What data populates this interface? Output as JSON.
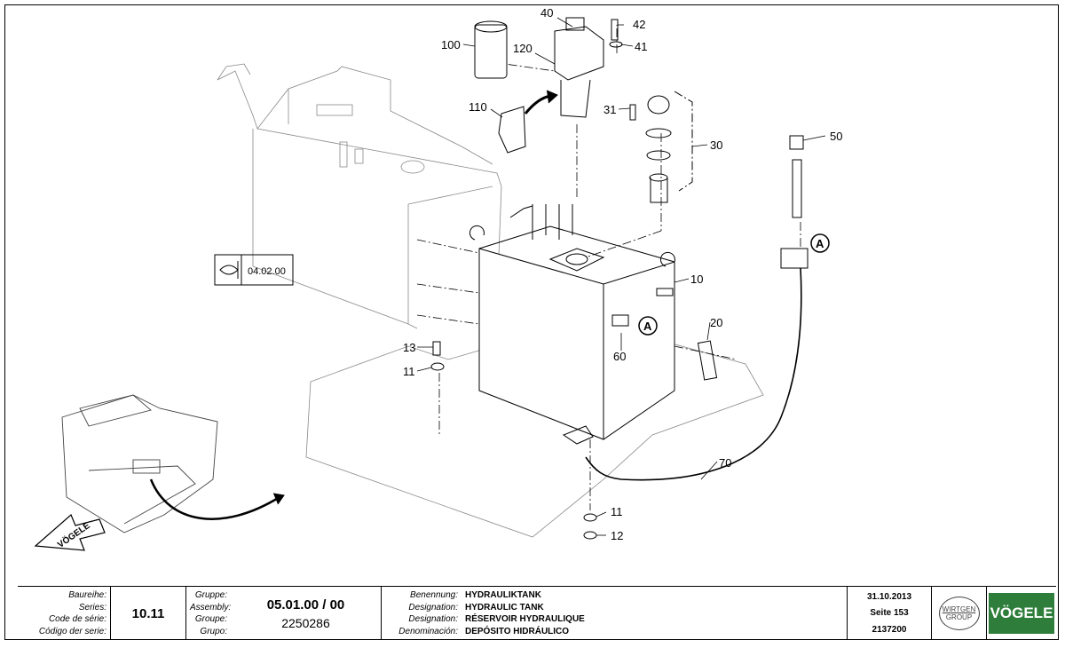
{
  "callouts": {
    "c40": "40",
    "c42": "42",
    "c41": "41",
    "c100": "100",
    "c120": "120",
    "c110": "110",
    "c31": "31",
    "c30": "30",
    "c50": "50",
    "c10": "10",
    "c20": "20",
    "c60": "60",
    "c13": "13",
    "c11a": "11",
    "c11b": "11",
    "c12": "12",
    "c70": "70",
    "markerA1": "A",
    "markerA2": "A"
  },
  "view_ref": "04.02.00",
  "machine_logo": "VÖGELE",
  "titleblock": {
    "series_labels": [
      "Baureihe:",
      "Series:",
      "Code de série:",
      "Código der serie:"
    ],
    "series_value": "10.11",
    "group_labels": [
      "Gruppe:",
      "Assembly:",
      "Groupe:",
      "Grupo:"
    ],
    "group_value": "05.01.00 / 00",
    "group_number": "2250286",
    "designation_labels": [
      "Benennung:",
      "Designation:",
      "Designation:",
      "Denominación:"
    ],
    "designations": [
      "HYDRAULIKTANK",
      "HYDRAULIC TANK",
      "RÉSERVOIR HYDRAULIQUE",
      "DEPÓSITO HIDRÁULICO"
    ],
    "date": "31.10.2013",
    "page": "Seite 153",
    "doc_number": "2137200",
    "wirtgen_logo": [
      "WIRTGEN",
      "GROUP"
    ],
    "vogele_logo": "VÖGELE"
  }
}
